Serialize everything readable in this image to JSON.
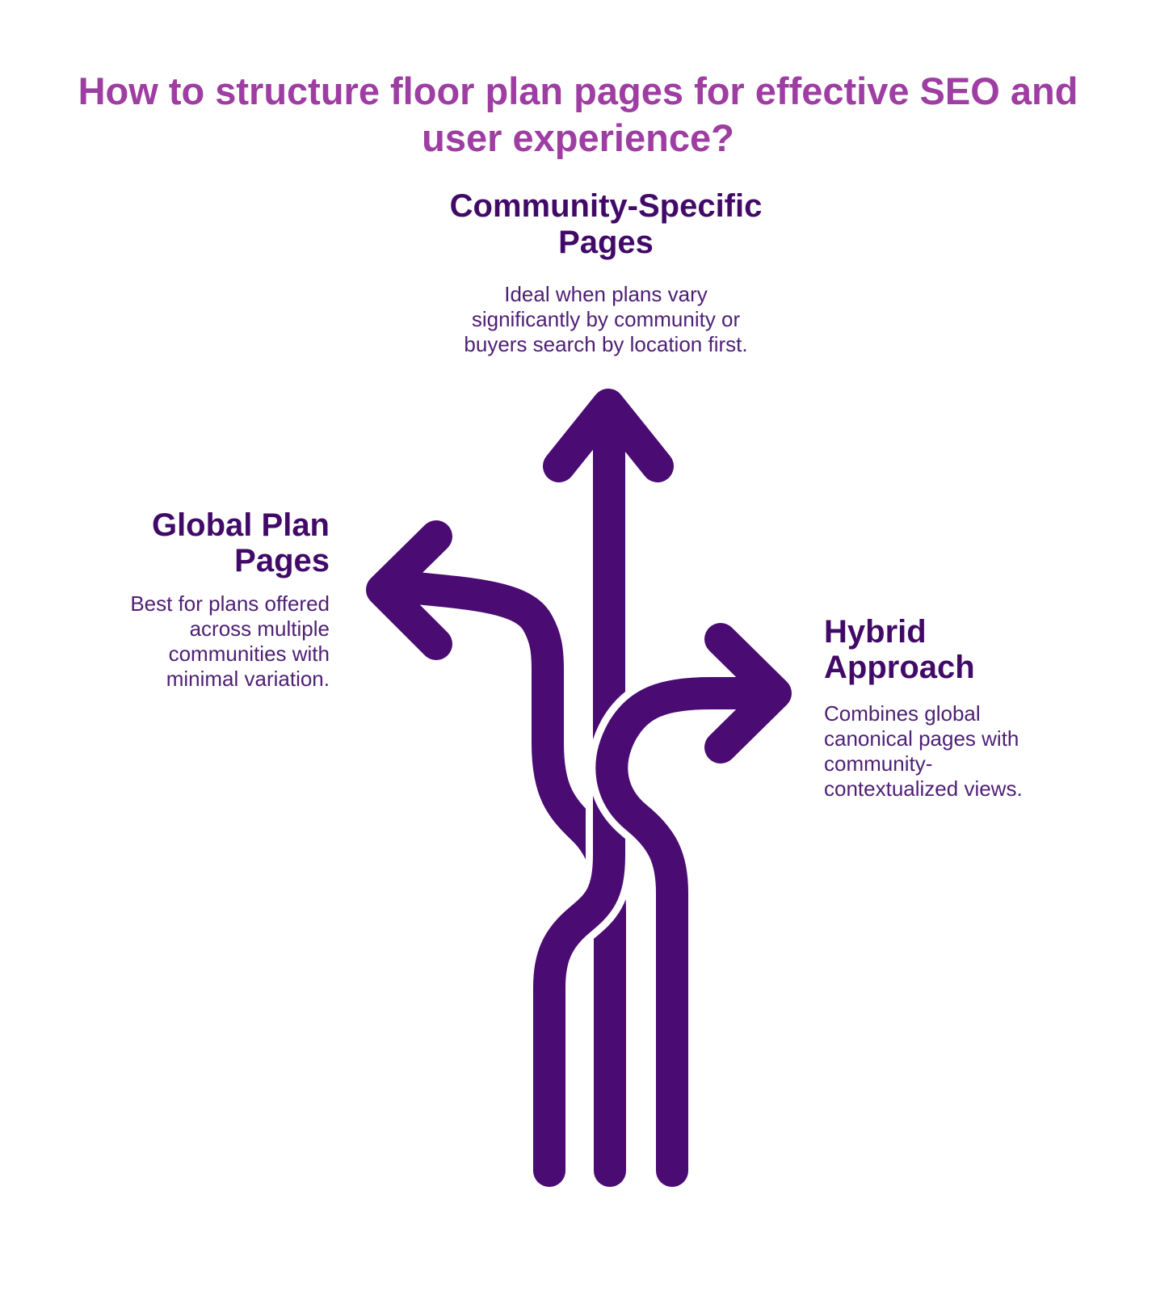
{
  "title": "How to structure floor plan pages for effective SEO and user experience?",
  "sections": {
    "community": {
      "heading": "Community-Specific Pages",
      "heading_lines": [
        "Community-Specific",
        "Pages"
      ],
      "body_lines": [
        "Ideal when plans vary",
        "significantly by community or",
        "buyers search by location first."
      ]
    },
    "global": {
      "heading": "Global Plan Pages",
      "heading_lines": [
        "Global Plan Pages"
      ],
      "body_lines": [
        "Best for plans offered",
        "across multiple",
        "communities with",
        "minimal variation."
      ]
    },
    "hybrid": {
      "heading": "Hybrid Approach",
      "heading_lines": [
        "Hybrid Approach"
      ],
      "body_lines": [
        "Combines global",
        "canonical pages with",
        "community-",
        "contextualized views."
      ]
    }
  },
  "graphic": {
    "name": "three-way-tangled-arrows",
    "arrows": [
      "up-arrow-community",
      "left-arrow-global",
      "right-arrow-hybrid"
    ],
    "arrow_color": "#4a0b72",
    "outline_color": "#ffffff"
  },
  "colors": {
    "title": "#9e3da2",
    "heading": "#410a68",
    "body": "#4e1f75",
    "background": "#ffffff"
  }
}
